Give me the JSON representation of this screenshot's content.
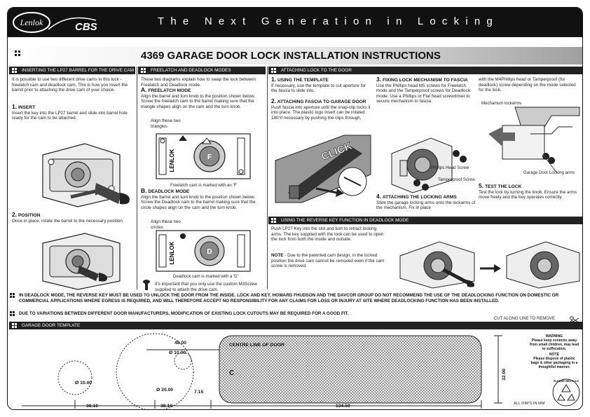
{
  "header": {
    "brand_script": "Lenlok",
    "brand_mark": "CBS",
    "tagline": "The Next Generation in Locking"
  },
  "title": {
    "number": "4369",
    "plain": "GARAGE DOOR LOCK",
    "bold": "INSTALLATION INSTRUCTIONS"
  },
  "col1": {
    "heading": "INSERTING THE LP27 BARREL FOR THE DRIVE CAM",
    "intro": "It is possible to use two different drive cams in this lock - freelatch cam and deadlock cam. This is how you insert the barrel prior to attaching the drive cam of your choice.",
    "step1_num": "1.",
    "step1_title": "INSERT",
    "step1_text": "Insert the key into the LP27 barrel and slide into barrel hole ready for the cam to be attached.",
    "step2_num": "2.",
    "step2_title": "POSITION",
    "step2_text": "Once in place, rotate the barrel to the necessary position."
  },
  "col2": {
    "heading": "FREELATCH AND DEADLOCK MODES",
    "intro": "These two diagrams explain how to swap the lock between Freelatch and Deadlock mode.",
    "a_num": "A.",
    "a_title": "FREELATCH MODE",
    "a_text": "Align the barrel and turn knob to the position shown below. Screw the freelatch cam to the barrel making sure that the triangle shapes align on the cam and the turn knob.",
    "a_align": "Align these two triangles",
    "a_caption": "Freelatch cam is marked with an 'F'",
    "b_num": "B.",
    "b_title": "DEADLOCK MODE",
    "b_text": "Align the barrel and turn knob to the position shown below. Screw the Deadlock cam to the barrel making sure that the circle shapes align on the cam and the turn knob.",
    "b_align": "Align these two circles",
    "b_caption": "Deadlock cam is marked with a 'D'",
    "note": "It's important that you only use the custom M3Screw supplied to attach the drive cam.",
    "body_label": "LENLOK",
    "letter_f": "F",
    "letter_d": "D"
  },
  "col3": {
    "heading": "ATTACHING LOCK TO THE DOOR",
    "s1_num": "1.",
    "s1_title": "USING THE TEMPLATE",
    "s1_text": "If necessary, use the template to cut aperture for the fascia to slide into.",
    "s2_num": "2.",
    "s2_title": "ATTACHING FASCIA TO GARAGE DOOR",
    "s2_text": "Push fascia into aperture until the snap-clip locks it into place. The plastic logo insert can be rotated 180°if necessary by pushing the clips through.",
    "click": "CLICK",
    "s3_num": "3.",
    "s3_title": "FIXING LOCK MECHANISM TO FASCIA",
    "s3_text": "Use the Phillips head M5 screws for Freelatch mode and the Tamperproof screws for Deadlock mode. Use a Phillips or Flat head screwdriver to secure mechanism to fascia.",
    "phillips": "Phillips Head Screw",
    "tamper": "Tamperproof Screw",
    "s4_num": "4.",
    "s4_title": "ATTACHING THE LOCKING ARMS",
    "s4_text": "Slide the garage locking arms onto the lockarms of the mechanism. Fix in place",
    "s4_cont": "with the M4Phillips head or Tamperproof (for deadlock) screw depending on the mode selected for the lock.",
    "mechanism_label": "Mechanism lockarms",
    "garage_label": "Garage Door Locking arms",
    "s5_num": "5.",
    "s5_title": "TEST THE LOCK",
    "s5_text": "Test the lock by turning the knob. Ensure the arms move freely and the key operates correctly."
  },
  "reverse": {
    "heading": "USING THE REVERSE KEY FUNCTION IN DEADLOCK MODE",
    "text": "Push LP27 Key into the slot and turn to retract locking arms. The key supplied with the lock can be used to open the lock from both the inside and outside.",
    "note_label": "NOTE",
    "note_text": " - Due to the patented cam design, in the locked position the drive cam cannot be removed even if the cam screw is removed."
  },
  "warnings": {
    "w1": "IN DEADLOCK MODE, THE REVERSE KEY MUST BE USED TO UNLOCK THE DOOR FROM THE INSIDE. LOCK AND KEY, HOWARD FHUDSON AND THE DAVCOR GROUP DO NOT RECOMMEND THE USE OF THE DEADLOCKING FUNCTION ON DOMESTIC OR COMMERCIAL APPLICATIONS WHERE EGRESS IS REQUIRED, AND WILL THEREFORE ACCEPT NO RESPONSIBILITY FOR ANY CLAIMS FOR LOSS OR INJURY AT SITE WHERE DEADLOCKING FUNCTION HAS BEEN INSTALLED.",
    "w2": "DUE TO VARIATIONS BETWEEN DIFFERENT DOOR MANUFACTURERS, MODIFICATION OF EXISTING LOCK CUTOUTS MAY BE REQUIRED FOR A GOOD FIT."
  },
  "template": {
    "heading": "GARAGE DOOR TEMPLATE",
    "cut_line": "CUT ALONG LINE TO REMOVE",
    "d48": "48.00",
    "d10_top": "Ø 10.00",
    "centreline": "CENTRE LINE OF DOOR",
    "cl": "C",
    "d10_left": "Ø 10.00",
    "d20": "Ø 20.00",
    "d715": "7.15",
    "d3810a": "38.10",
    "d3810b": "38.10",
    "d13450": "134.50",
    "d3200": "32.00",
    "dims": "ALL DIM'S IN MM"
  },
  "warning_box": {
    "w_title": "WARNING",
    "w_text": "Please keep contents away from small children, may lead to suffocation.",
    "n_title": "NOTE",
    "n_text": "Please dispose of plastic bags & other packaging in a thoughtful manner.",
    "recycle": "PLEASE RECYCLE"
  }
}
